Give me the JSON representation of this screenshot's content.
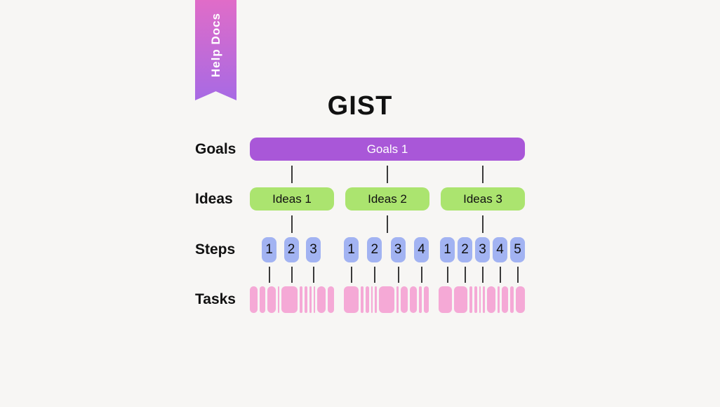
{
  "ribbon": {
    "label": "Help Docs"
  },
  "title": "GIST",
  "rows": {
    "goals": {
      "label": "Goals"
    },
    "ideas": {
      "label": "Ideas"
    },
    "steps": {
      "label": "Steps"
    },
    "tasks": {
      "label": "Tasks"
    }
  },
  "goals": [
    {
      "label": "Goals 1"
    }
  ],
  "ideas": [
    {
      "label": "Ideas 1"
    },
    {
      "label": "Ideas 2"
    },
    {
      "label": "Ideas 3"
    }
  ],
  "steps": {
    "groups": [
      [
        "1",
        "2",
        "3"
      ],
      [
        "1",
        "2",
        "3",
        "4"
      ],
      [
        "1",
        "2",
        "3",
        "4",
        "5"
      ]
    ]
  },
  "tasks": {
    "groups": [
      [
        11,
        8,
        12,
        2,
        23,
        4,
        4,
        3,
        2,
        12,
        9
      ],
      [
        22,
        5,
        5,
        2,
        3,
        24,
        3,
        11,
        10,
        5,
        7
      ],
      [
        21,
        21,
        5,
        4,
        3,
        3,
        13,
        4,
        10,
        5,
        15
      ]
    ]
  },
  "colors": {
    "background": "#f7f6f4",
    "goal": "#a957d8",
    "idea": "#abe46f",
    "step": "#a2b3f2",
    "task": "#f5a9d6",
    "connector": "#3a3a3a",
    "ribbon_top": "#e06cc8",
    "ribbon_bottom": "#a76ae4"
  }
}
